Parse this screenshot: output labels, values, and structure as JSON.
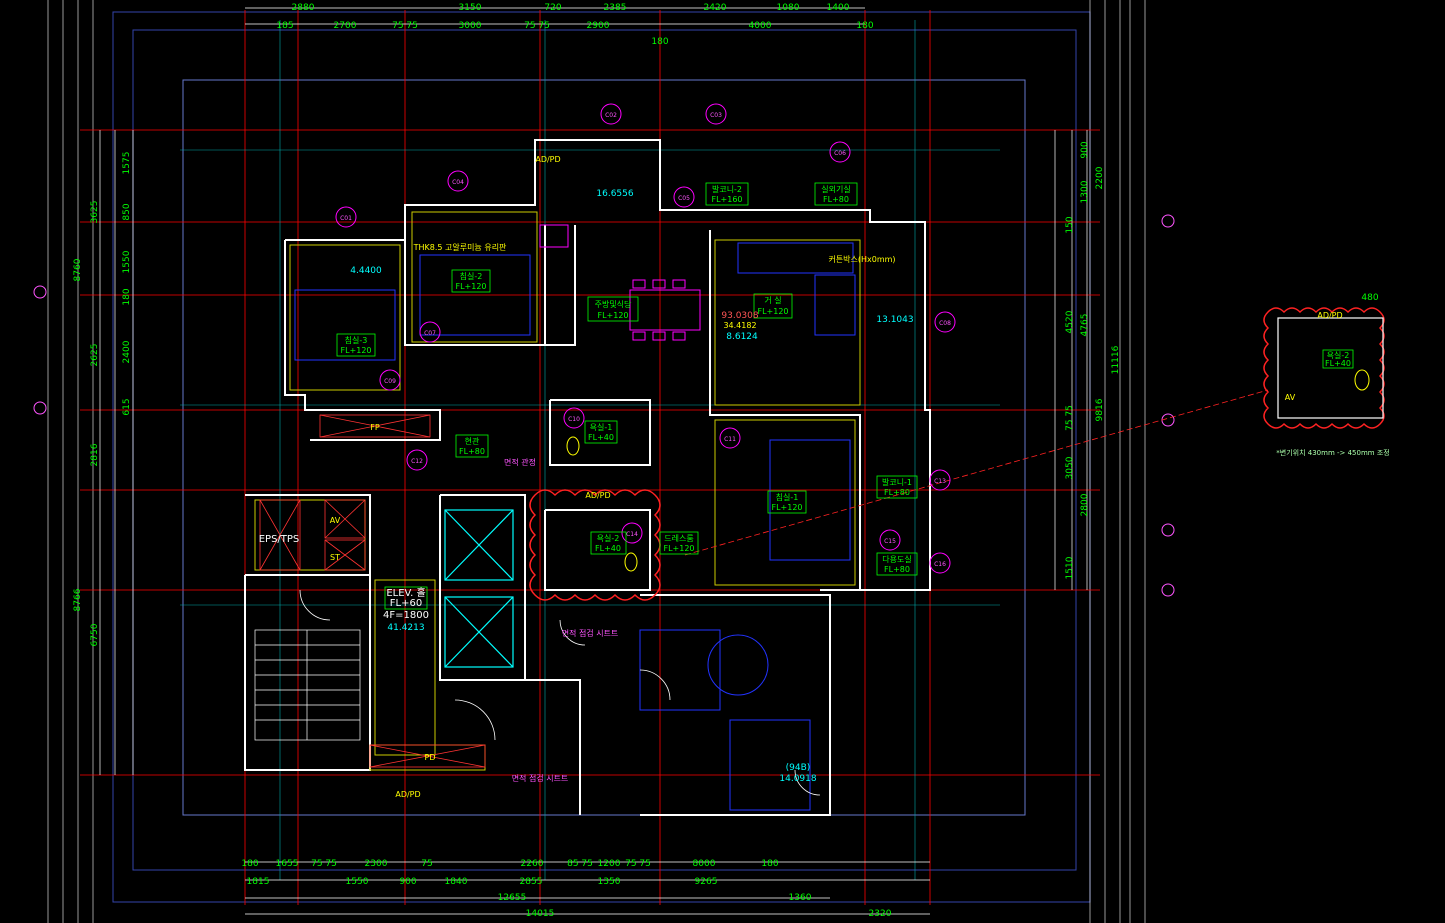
{
  "colors": {
    "background": "#000000",
    "dimension": "#00ff00",
    "wall": "#ffffff",
    "gridline": "#ff0000",
    "frame": "#3344aa",
    "door": "#ffff00",
    "furniture": "#0000ff",
    "marker": "#ff00ff",
    "cyan": "#00ffff"
  },
  "top_dims_row1": [
    "2880",
    "3150",
    "720",
    "2385",
    "2420",
    "1080",
    "1400"
  ],
  "top_dims_row2": [
    "185",
    "2700",
    "75 75",
    "3000",
    "75 75",
    "2900",
    "4000",
    "180"
  ],
  "top_center_dim": "180",
  "bottom_dims_row1": [
    "180",
    "1655",
    "75 75",
    "2300",
    "75",
    "2260",
    "85 75",
    "1200",
    "75 75",
    "8000",
    "180"
  ],
  "bottom_dims_row2": [
    "1815",
    "1550",
    "900",
    "1840",
    "2855",
    "1350",
    "9265"
  ],
  "bottom_dims_row3": [
    "12655",
    "1360"
  ],
  "bottom_dims_row4": [
    "14015",
    "2320"
  ],
  "left_dims_outer": [
    "8760",
    "8766"
  ],
  "left_dims_mid": [
    "3625",
    "2625",
    "2816"
  ],
  "left_dims_inner": [
    "1575",
    "850",
    "1550",
    "180",
    "2400",
    "615",
    "6750"
  ],
  "right_dims_inner": [
    "900",
    "1300",
    "150",
    "4520",
    "75 75",
    "3050",
    "1510"
  ],
  "right_dims_mid": [
    "2200",
    "4765",
    "2800"
  ],
  "right_dims_outer": [
    "9816",
    "11116"
  ],
  "areas": [
    "16.6556",
    "4.4400",
    "13.1043",
    "93.0308",
    "34.4182",
    "8.6124",
    "41.4213",
    "14.0918"
  ],
  "rooms": [
    {
      "name": "침실-2",
      "level": "FL+120"
    },
    {
      "name": "침실-3",
      "level": "FL+120"
    },
    {
      "name": "주방및식당",
      "level": "FL+120"
    },
    {
      "name": "거 실",
      "level": "FL+120"
    },
    {
      "name": "현관",
      "level": "FL+80"
    },
    {
      "name": "욕실-1",
      "level": "FL+40"
    },
    {
      "name": "욕실-2",
      "level": "FL+40"
    },
    {
      "name": "드레스룸",
      "level": "FL+120"
    },
    {
      "name": "침실-1",
      "level": "FL+120"
    },
    {
      "name": "발코니-1",
      "level": "FL+80"
    },
    {
      "name": "발코니-2",
      "level": "FL+160"
    },
    {
      "name": "실외기실",
      "level": "FL+80"
    },
    {
      "name": "다용도실",
      "level": "FL+80"
    },
    {
      "name": "ELEV. 홀",
      "level": "FL+60"
    }
  ],
  "labels": {
    "adpd": "AD/PD",
    "eps": "EPS/TPS",
    "av": "AV",
    "st": "ST",
    "fp": "FP",
    "pd": "PD",
    "elev_sub": "4F=1800",
    "shaft_a": "면적 점검 시트트",
    "shaft_b": "면적 점검 시트트",
    "hall": "면적 관정",
    "note_tmp1": "THK8.5 고알루미늄 유리판",
    "note_tmp2": "커튼박스(Hx0mm)",
    "unit_room": "(94B)"
  },
  "markers": [
    "C02",
    "C03",
    "C06",
    "C04",
    "C05",
    "C01",
    "C07",
    "C08",
    "C09",
    "C10",
    "C11",
    "C12",
    "C13",
    "C14",
    "C15",
    "C16"
  ],
  "detail": {
    "dim": "480",
    "tag": "AD/PD",
    "room": "욕실-2",
    "level": "FL+40",
    "av": "AV",
    "note": "*변기위치 430mm -> 450mm 조정"
  }
}
